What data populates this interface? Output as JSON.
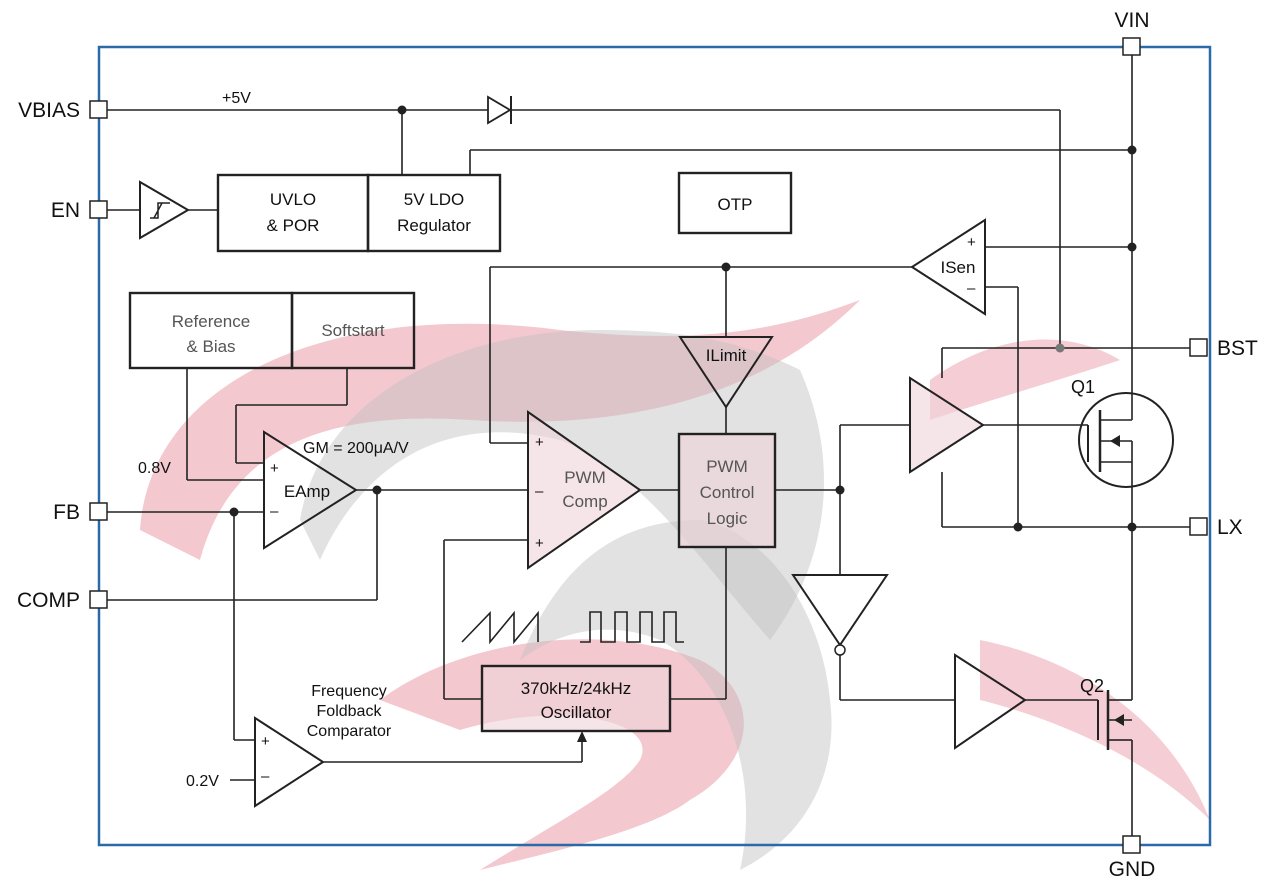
{
  "pins": {
    "vin": "VIN",
    "vbias": "VBIAS",
    "en": "EN",
    "fb": "FB",
    "comp": "COMP",
    "bst": "BST",
    "lx": "LX",
    "gnd": "GND"
  },
  "blocks": {
    "uvlo": [
      "UVLO",
      "& POR"
    ],
    "ldo": [
      "5V LDO",
      "Regulator"
    ],
    "otp": "OTP",
    "reference": [
      "Reference",
      "& Bias"
    ],
    "softstart": "Softstart",
    "pwm_logic": [
      "PWM",
      "Control",
      "Logic"
    ],
    "oscillator": [
      "370kHz/24kHz",
      "Oscillator"
    ]
  },
  "amplifiers": {
    "eamp": "EAmp",
    "pwm_comp": [
      "PWM",
      "Comp"
    ],
    "ilimit": "ILimit",
    "isen": "ISen",
    "freq_comp": [
      "Frequency",
      "Foldback",
      "Comparator"
    ]
  },
  "labels": {
    "plus5v": "+5V",
    "gm": "GM = 200μA/V",
    "v08": "0.8V",
    "v02": "0.2V",
    "q1": "Q1",
    "q2": "Q2",
    "plus": "+",
    "minus": "–"
  },
  "colors": {
    "border": "#2a6aa8",
    "watermark_red": "#d94a63",
    "watermark_grey": "#8c8c8c",
    "line": "#222222",
    "shade": "#efd3d8"
  }
}
